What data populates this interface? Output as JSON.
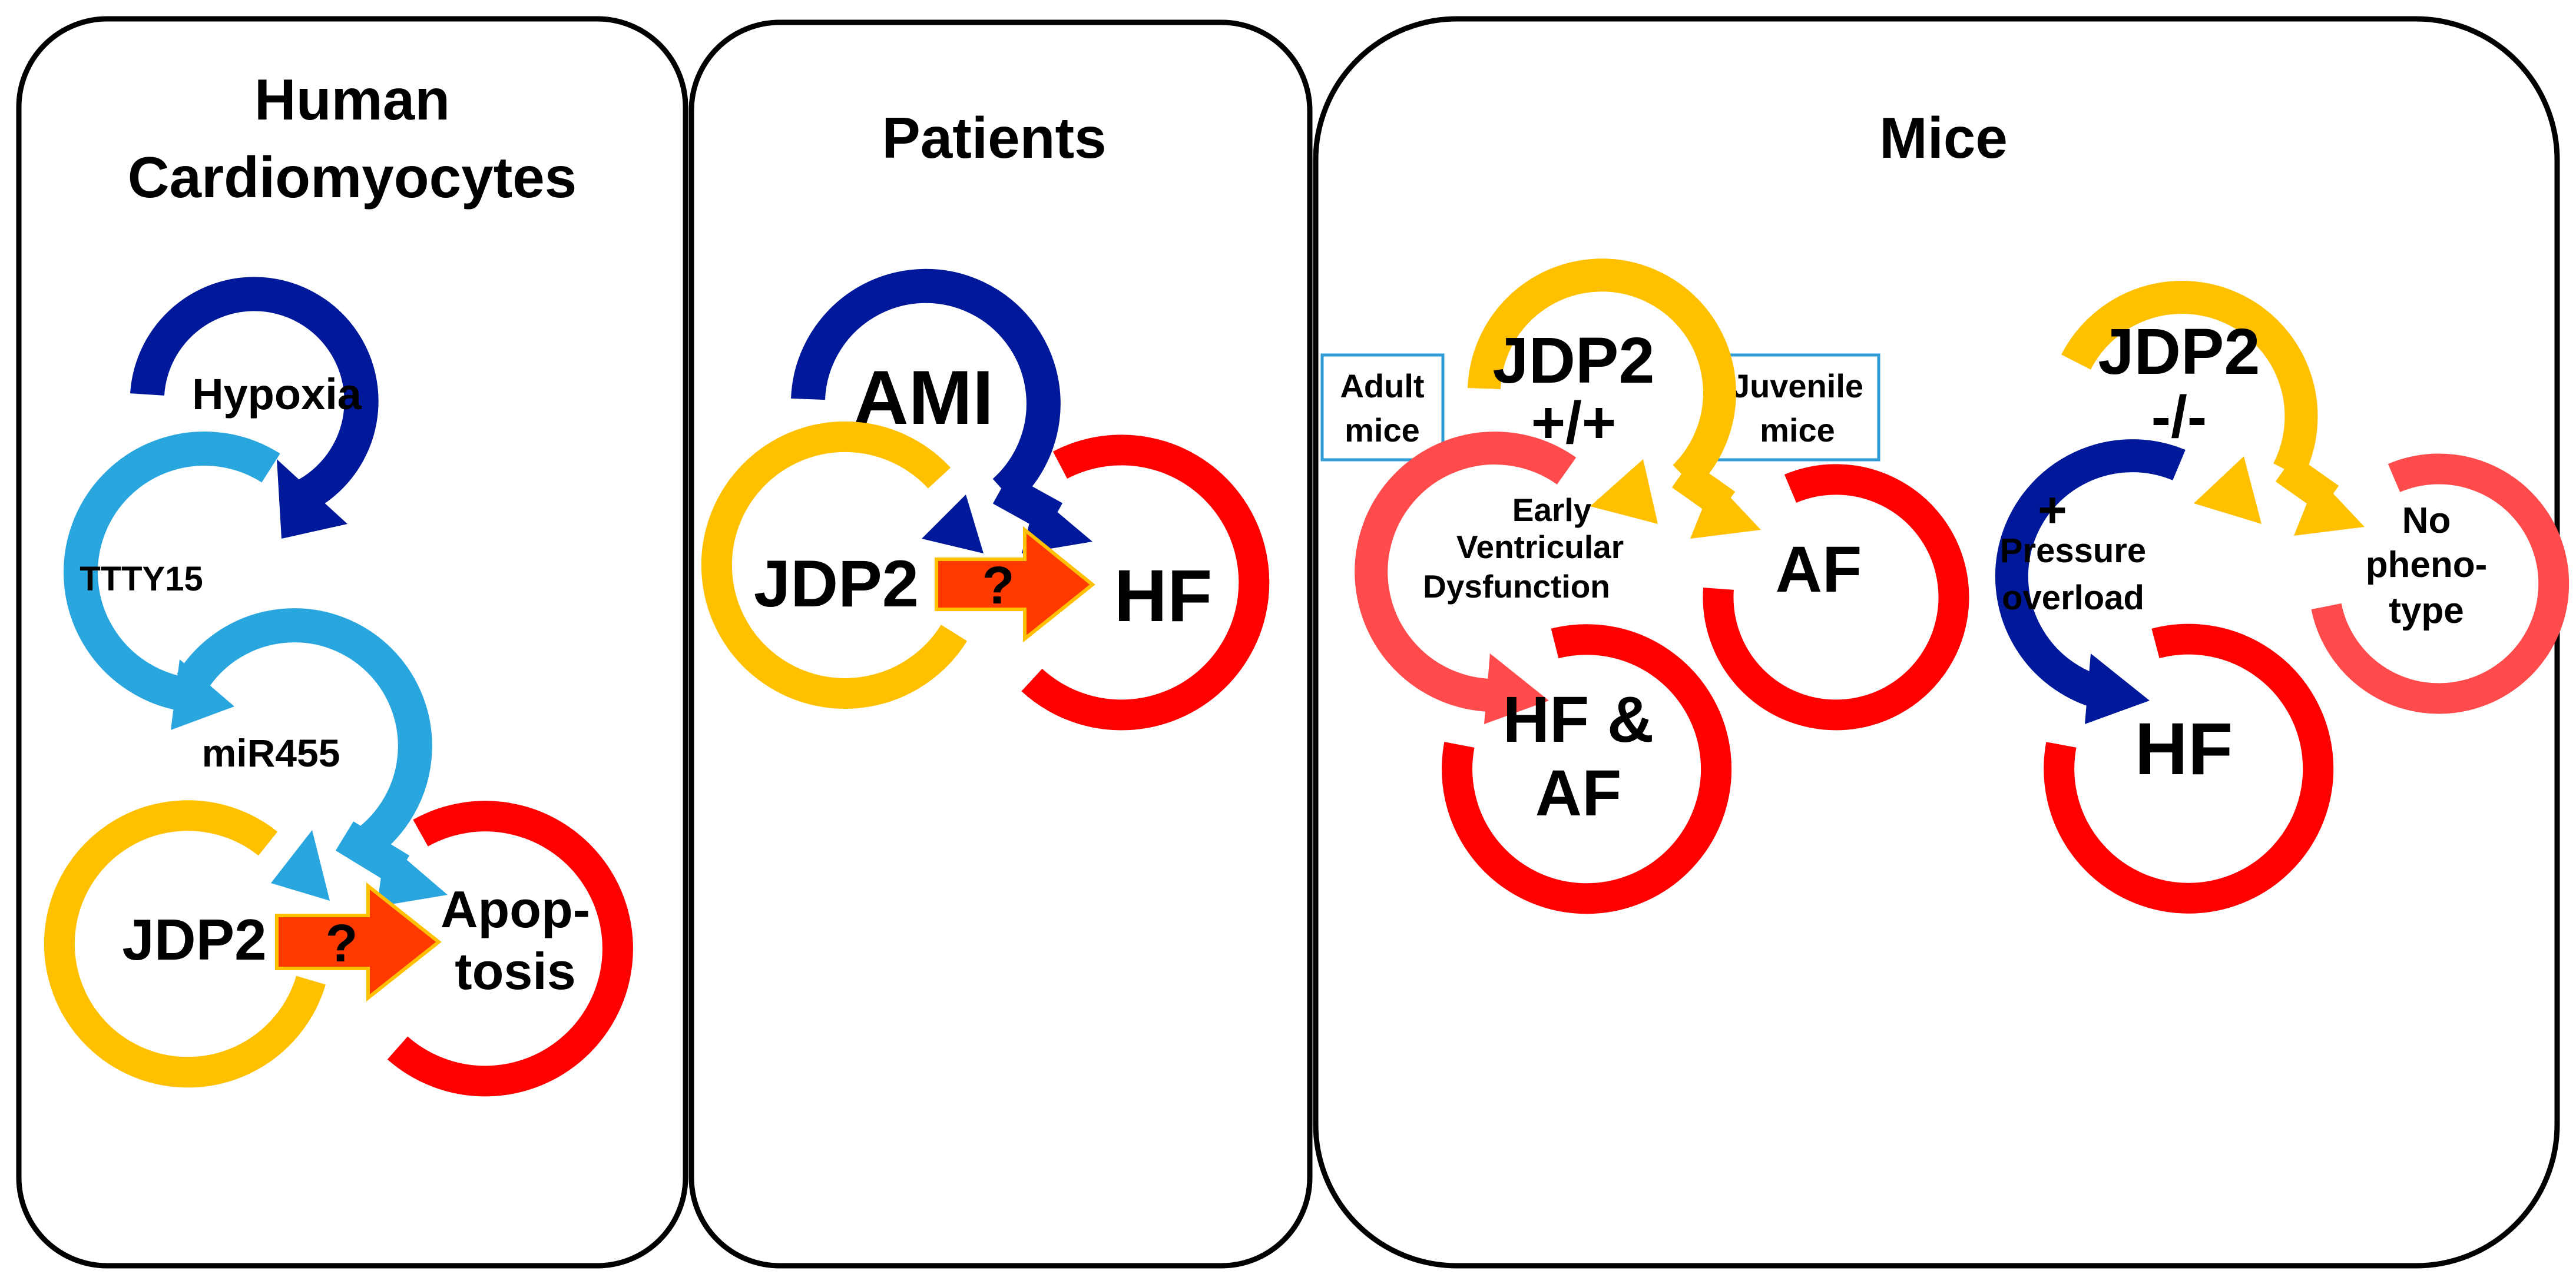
{
  "colors": {
    "navy": "#00189a",
    "lightblue": "#2aa6df",
    "yellow": "#ffc000",
    "red": "#ff0000",
    "salmon": "#ff4b4b",
    "arrow_orange": "#ff3a00",
    "arrow_border": "#ffc000",
    "box_border": "#2e9bd6"
  },
  "panels": {
    "human": {
      "title_line1": "Human",
      "title_line2": "Cardiomyocytes",
      "hypoxia": "Hypoxia",
      "tttY15": "TTTY15",
      "mir455": "miR455",
      "jdp2": "JDP2",
      "apop_line1": "Apop-",
      "apop_line2": "tosis",
      "question": "?"
    },
    "patients": {
      "title": "Patients",
      "ami": "AMI",
      "jdp2": "JDP2",
      "hf": "HF",
      "question": "?"
    },
    "mice": {
      "title": "Mice",
      "adult_line1": "Adult",
      "adult_line2": "mice",
      "juvenile_line1": "Juvenile",
      "juvenile_line2": "mice",
      "wt_line1": "JDP2",
      "wt_line2": "+/+",
      "ko_line1": "JDP2",
      "ko_line2": "-/-",
      "early_line1": "Early",
      "early_line2": "Ventricular",
      "early_line3": "Dysfunction",
      "af": "AF",
      "hfaf_line1": "HF &",
      "hfaf_line2": "AF",
      "plus": "+",
      "pressure_line1": "Pressure",
      "pressure_line2": "overload",
      "nopheno_line1": "No",
      "nopheno_line2": "pheno-",
      "nopheno_line3": "type",
      "hf": "HF"
    }
  }
}
